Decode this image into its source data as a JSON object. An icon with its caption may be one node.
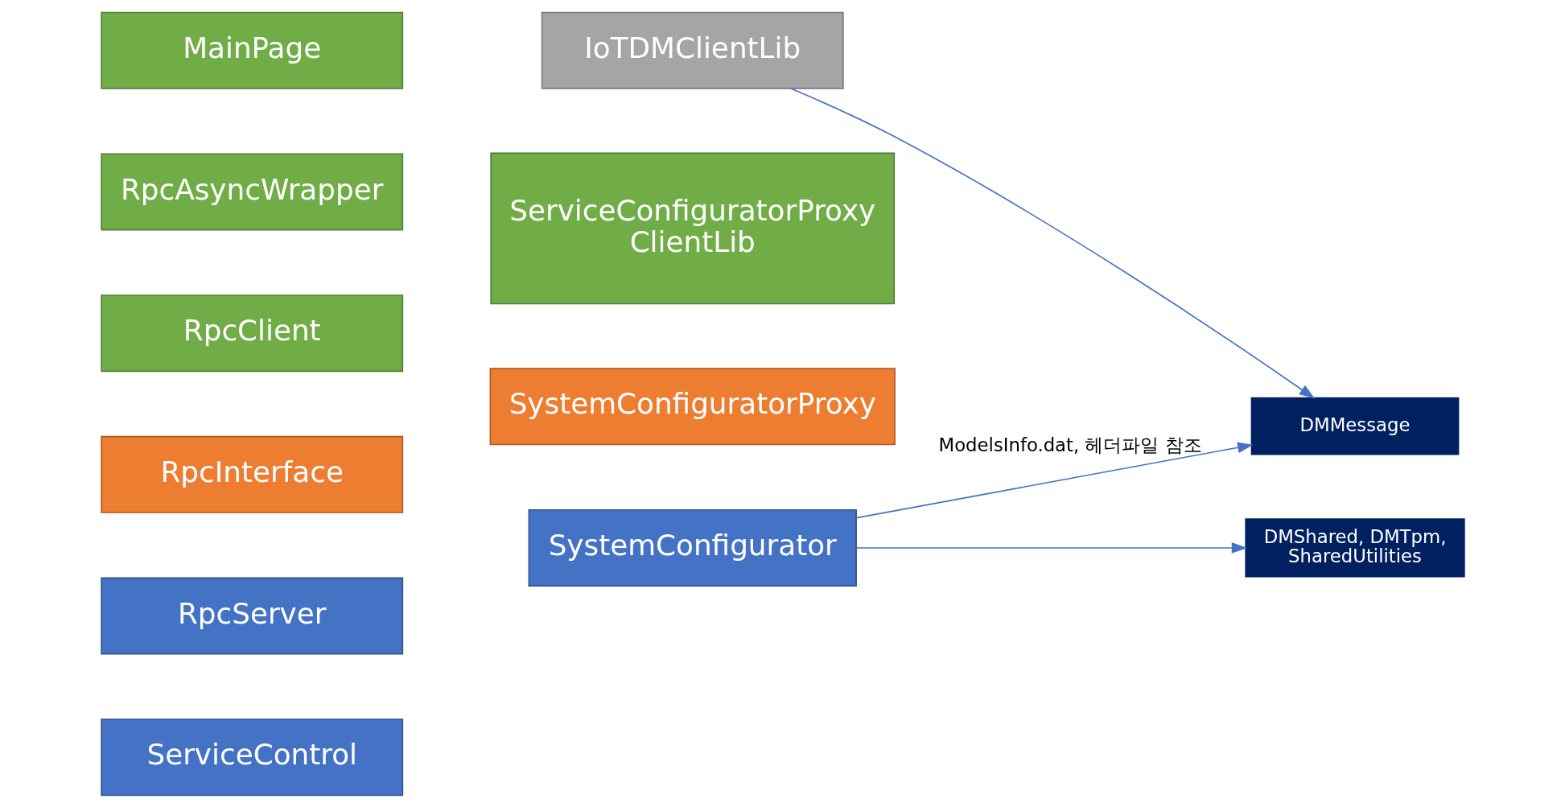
{
  "diagram": {
    "nodes": [
      {
        "text": [
          "MainPage"
        ]
      },
      {
        "text": [
          "RpcAsyncWrapper"
        ]
      },
      {
        "text": [
          "RpcClient"
        ]
      },
      {
        "text": [
          "RpcInterface"
        ]
      },
      {
        "text": [
          "RpcServer"
        ]
      },
      {
        "text": [
          "ServiceControl"
        ]
      },
      {
        "text": [
          "IoTDMClientLib"
        ]
      },
      {
        "text": [
          "ServiceConfiguratorProxy ClientLib"
        ]
      },
      {
        "text": [
          "SystemConfiguratorProxy"
        ]
      },
      {
        "text": [
          "SystemConfigurator"
        ]
      },
      {
        "text": [
          "DMMessage"
        ]
      },
      {
        "text": [
          "DMShared, DMTpm, SharedUtilities"
        ]
      }
    ],
    "edges": [
      {
        "from": 6,
        "to": 10,
        "arrow": "to"
      },
      {
        "from": 9,
        "to": 10,
        "arrow": "to",
        "label": "ModelsInfo.dat, 헤더파일 참조"
      },
      {
        "from": 9,
        "to": 11,
        "arrow": "to"
      }
    ]
  }
}
